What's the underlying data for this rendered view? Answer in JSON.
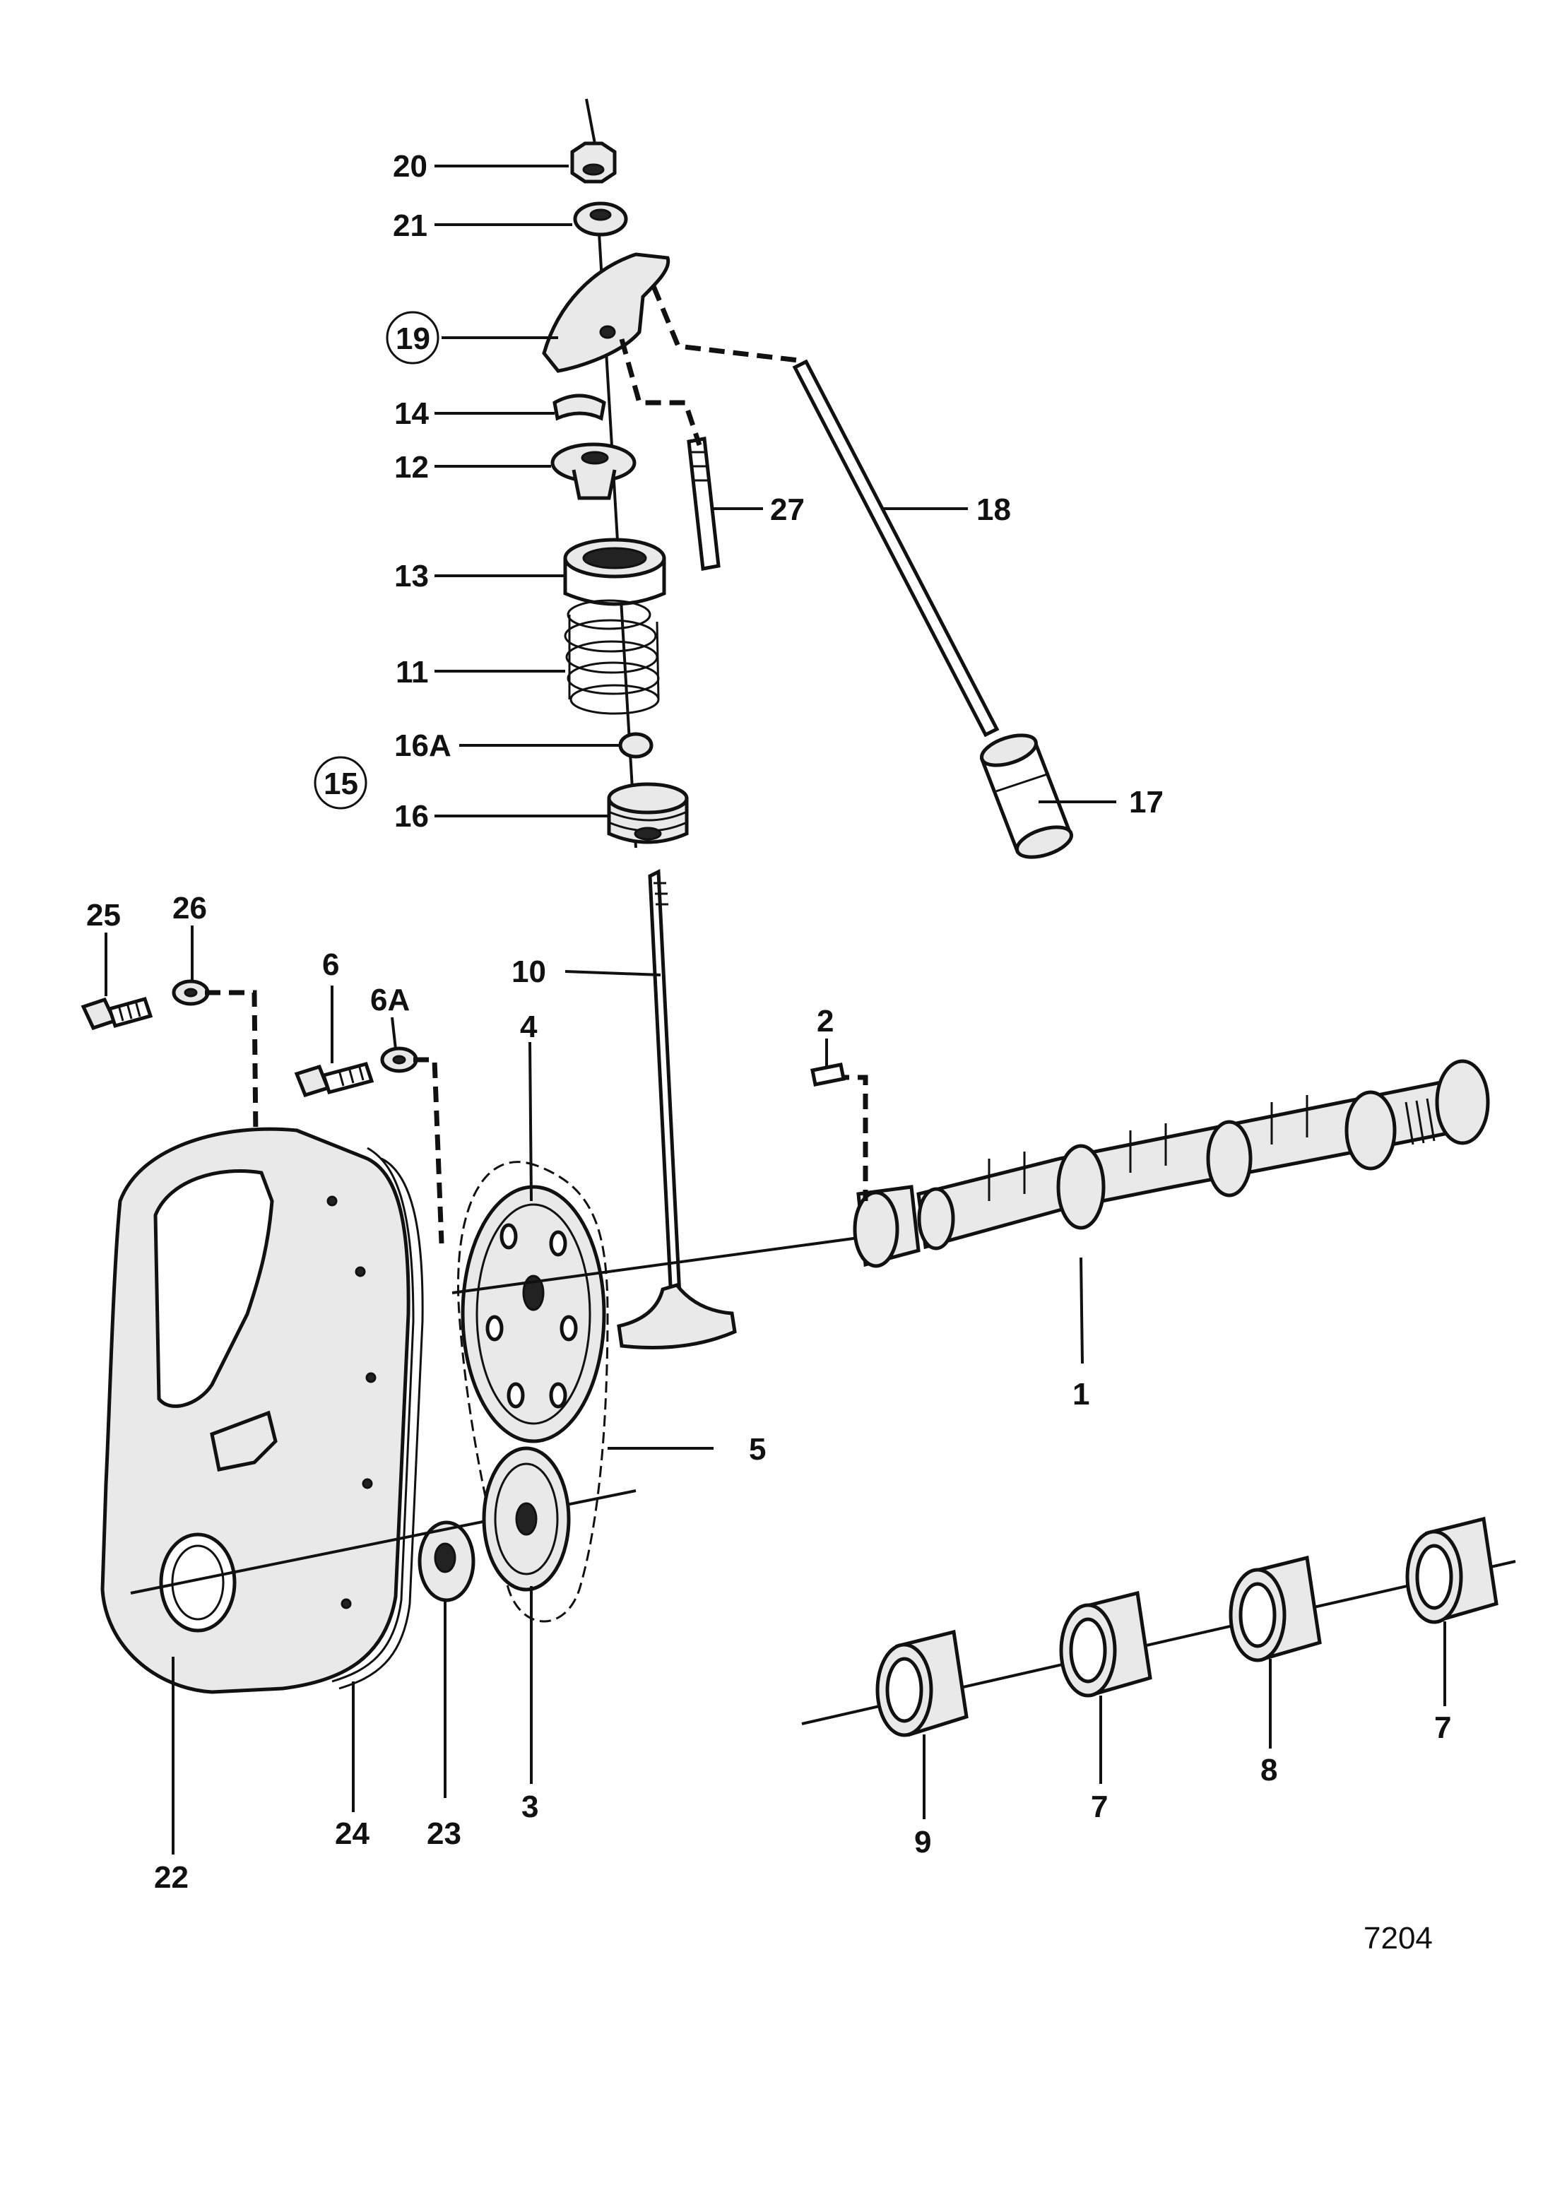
{
  "figure_id": "7204",
  "callouts": {
    "c1": "1",
    "c2": "2",
    "c3": "3",
    "c4": "4",
    "c5": "5",
    "c6": "6",
    "c6A": "6A",
    "c7a": "7",
    "c7b": "7",
    "c8": "8",
    "c9": "9",
    "c10": "10",
    "c11": "11",
    "c12": "12",
    "c13": "13",
    "c14": "14",
    "c15": "15",
    "c16": "16",
    "c16A": "16A",
    "c17": "17",
    "c18": "18",
    "c19": "19",
    "c20": "20",
    "c21": "21",
    "c22": "22",
    "c23": "23",
    "c24": "24",
    "c25": "25",
    "c26": "26",
    "c27": "27"
  }
}
